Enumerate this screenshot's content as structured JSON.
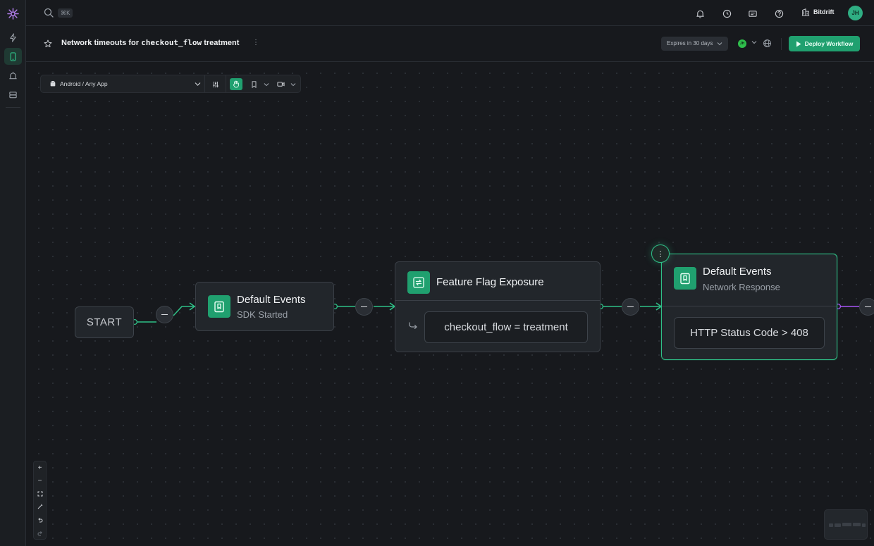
{
  "search": {
    "shortcut": "⌘K"
  },
  "header": {
    "org_name": "Bitdrift",
    "user_initials": "JH"
  },
  "workflow": {
    "title_prefix": "Network timeouts for",
    "title_code": "checkout_flow",
    "title_suffix": "treatment",
    "expires_label": "Expires in 30 days",
    "owner_initials": "JH",
    "deploy_label": "Deploy Workflow"
  },
  "toolbar": {
    "platform_label": "Android / Any App"
  },
  "nodes": {
    "start_label": "START",
    "sdk": {
      "title": "Default Events",
      "subtitle": "SDK Started"
    },
    "flag": {
      "title": "Feature Flag Exposure",
      "condition": "checkout_flow = treatment"
    },
    "network": {
      "title": "Default Events",
      "subtitle": "Network Response",
      "condition": "HTTP Status Code > 408"
    }
  },
  "colors": {
    "accent": "#20a06f",
    "wire": "#2fbf87",
    "wire_alt": "#a855f7"
  },
  "icons": [
    "search-icon",
    "bell-icon",
    "clock-icon",
    "inbox-icon",
    "help-icon",
    "building-icon",
    "star-icon",
    "globe-icon",
    "play-icon",
    "android-icon",
    "sliders-icon",
    "hand-icon",
    "bookmark-icon",
    "video-icon",
    "swap-icon",
    "bookmark-event-icon"
  ]
}
